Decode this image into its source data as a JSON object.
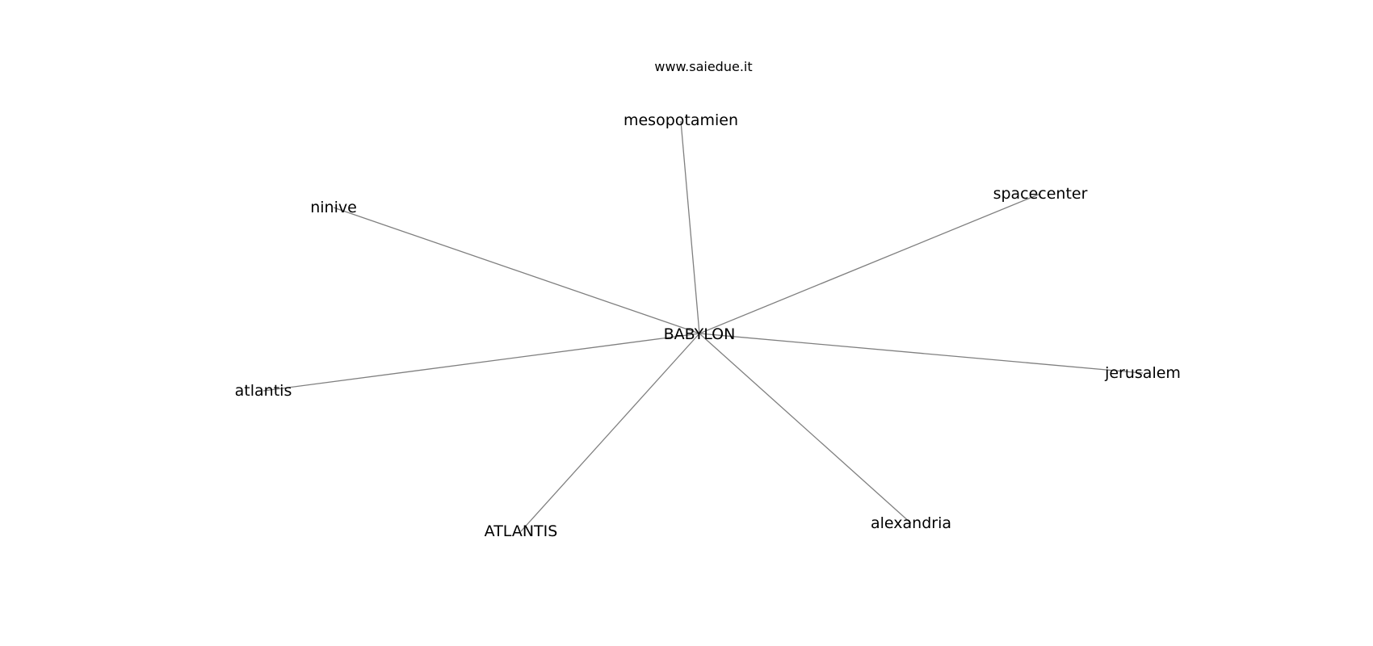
{
  "site": "www.saiedue.it",
  "center": "BABYLON",
  "nodes": [
    "mesopotamien",
    "spacecenter",
    "ninive",
    "jerusalem",
    "atlantis",
    "ATLANTIS",
    "alexandria"
  ],
  "colors": {
    "edge": "#7f7f7f",
    "text": "#000000",
    "background": "#ffffff"
  }
}
